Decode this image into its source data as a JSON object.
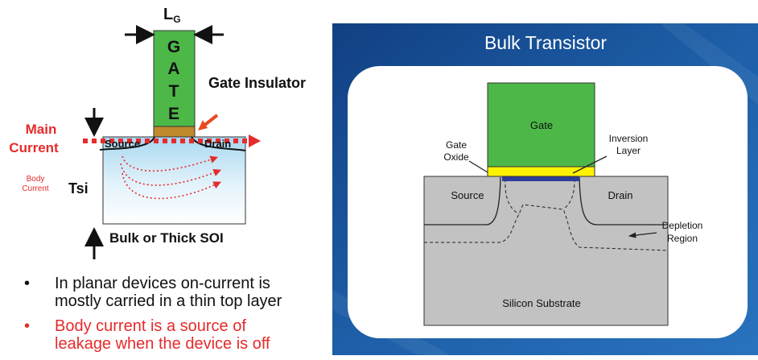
{
  "left": {
    "lg_main": "L",
    "lg_sub": "G",
    "gate_letters": [
      "G",
      "A",
      "T",
      "E"
    ],
    "gate_insulator": "Gate Insulator",
    "main_current": [
      "Main",
      "Current"
    ],
    "body_current": [
      "Body",
      "Current"
    ],
    "source": "Source",
    "drain": "Drain",
    "tsi": "Tsi",
    "bulk_soi": "Bulk or Thick SOI",
    "bullets": [
      [
        "In planar devices on-current is",
        "mostly carried in a thin top layer"
      ],
      [
        "Body current is a source of",
        "leakage when the device is off"
      ]
    ],
    "bullet_glyph": "•"
  },
  "right": {
    "title": "Bulk Transistor",
    "gate": "Gate",
    "gate_oxide": [
      "Gate",
      "Oxide"
    ],
    "inversion_layer": [
      "Inversion",
      "Layer"
    ],
    "source": "Source",
    "drain": "Drain",
    "depletion_region": [
      "Depletion",
      "Region"
    ],
    "substrate": "Silicon Substrate"
  },
  "colors": {
    "gate_green": "#4db848",
    "insulator_brown": "#c08a2c",
    "current_red": "#e52b2b",
    "panel_blue": "#1d5fa8",
    "oxide_yellow": "#fff200",
    "inversion_blue": "#2e3d9a",
    "silicon_gray": "#c2c2c2"
  }
}
